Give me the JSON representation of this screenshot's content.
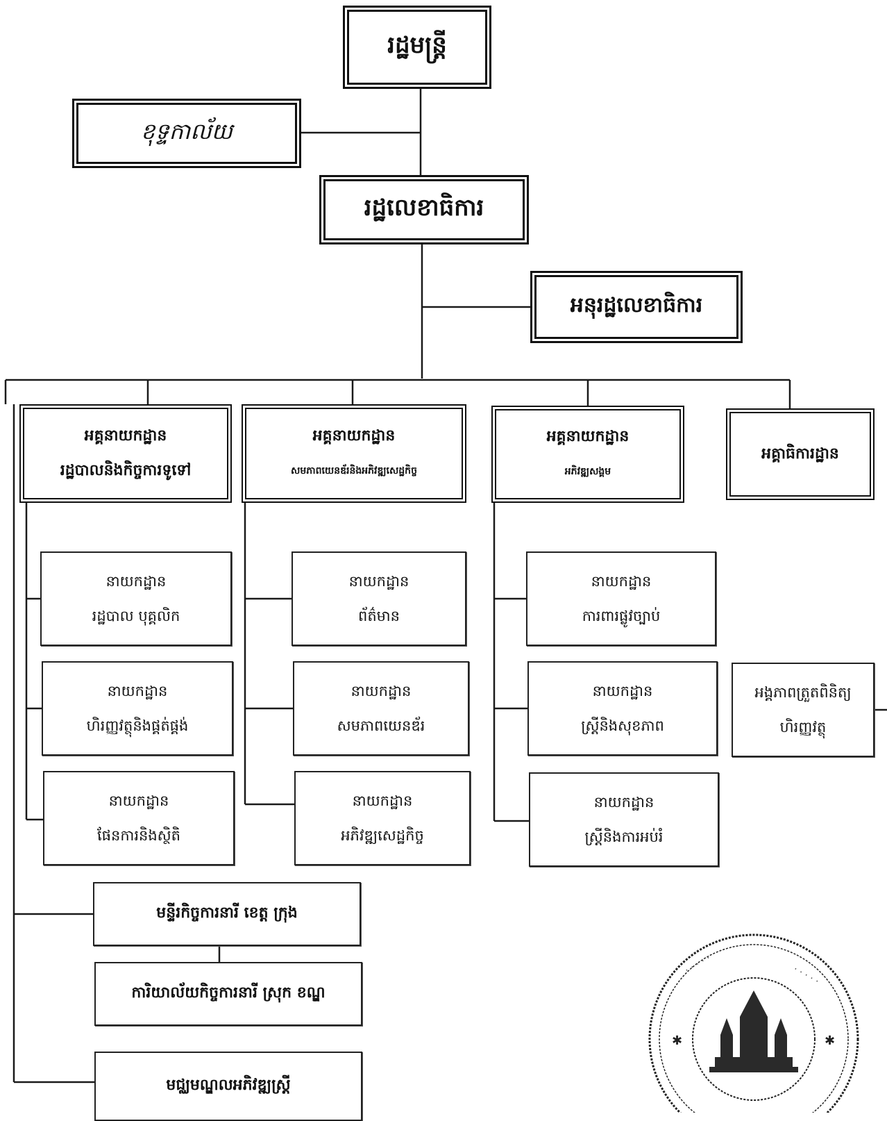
{
  "minister": "រដ្ឋមន្ត្រី",
  "cabinet": "ខុទ្ទកាល័យ",
  "secretary_of_state": "រដ្ឋលេខាធិការ",
  "under_secretary_of_state": "អនុរដ្ឋលេខាធិការ",
  "general_departments": [
    {
      "title": "អគ្គនាយកដ្ឋាន",
      "subtitle": "រដ្ឋបាលនិងកិច្ចការទូទៅ"
    },
    {
      "title": "អគ្គនាយកដ្ឋាន",
      "subtitle": "សមភាពយេនឌ័រនិងអភិវឌ្ឍសេដ្ឋកិច្ច"
    },
    {
      "title": "អគ្គនាយកដ្ឋាន",
      "subtitle": "អភិវឌ្ឍសង្គម"
    }
  ],
  "inspectorate": "អគ្គាធិការដ្ឋាន",
  "departments_col1": [
    {
      "title": "នាយកដ្ឋាន",
      "subtitle": "រដ្ឋបាល បុគ្គលិក"
    },
    {
      "title": "នាយកដ្ឋាន",
      "subtitle": "ហិរញ្ញវត្ថុនិងផ្គត់ផ្គង់"
    },
    {
      "title": "នាយកដ្ឋាន",
      "subtitle": "ផែនការនិងស្ថិតិ"
    }
  ],
  "departments_col2": [
    {
      "title": "នាយកដ្ឋាន",
      "subtitle": "ព័ត៌មាន"
    },
    {
      "title": "នាយកដ្ឋាន",
      "subtitle": "សមភាពយេនឌ័រ"
    },
    {
      "title": "នាយកដ្ឋាន",
      "subtitle": "អភិវឌ្ឍសេដ្ឋកិច្ច"
    }
  ],
  "departments_col3": [
    {
      "title": "នាយកដ្ឋាន",
      "subtitle": "ការពារផ្លូវច្បាប់"
    },
    {
      "title": "នាយកដ្ឋាន",
      "subtitle": "ស្ត្រីនិងសុខភាព"
    },
    {
      "title": "នាយកដ្ឋាន",
      "subtitle": "ស្ត្រីនិងការអប់រំ"
    }
  ],
  "financial_control_unit": {
    "title": "អង្គភាពត្រួតពិនិត្យ",
    "subtitle": "ហិរញ្ញវត្ថុ"
  },
  "provincial_department": "មន្ទីរកិច្ចការនារី ខេត្ត ក្រុង",
  "district_office": "ការិយាល័យកិច្ចការនារី ស្រុក ខណ្ឌ",
  "women_development_center": "មជ្ឈមណ្ឌលអភិវឌ្ឍស្ត្រី"
}
